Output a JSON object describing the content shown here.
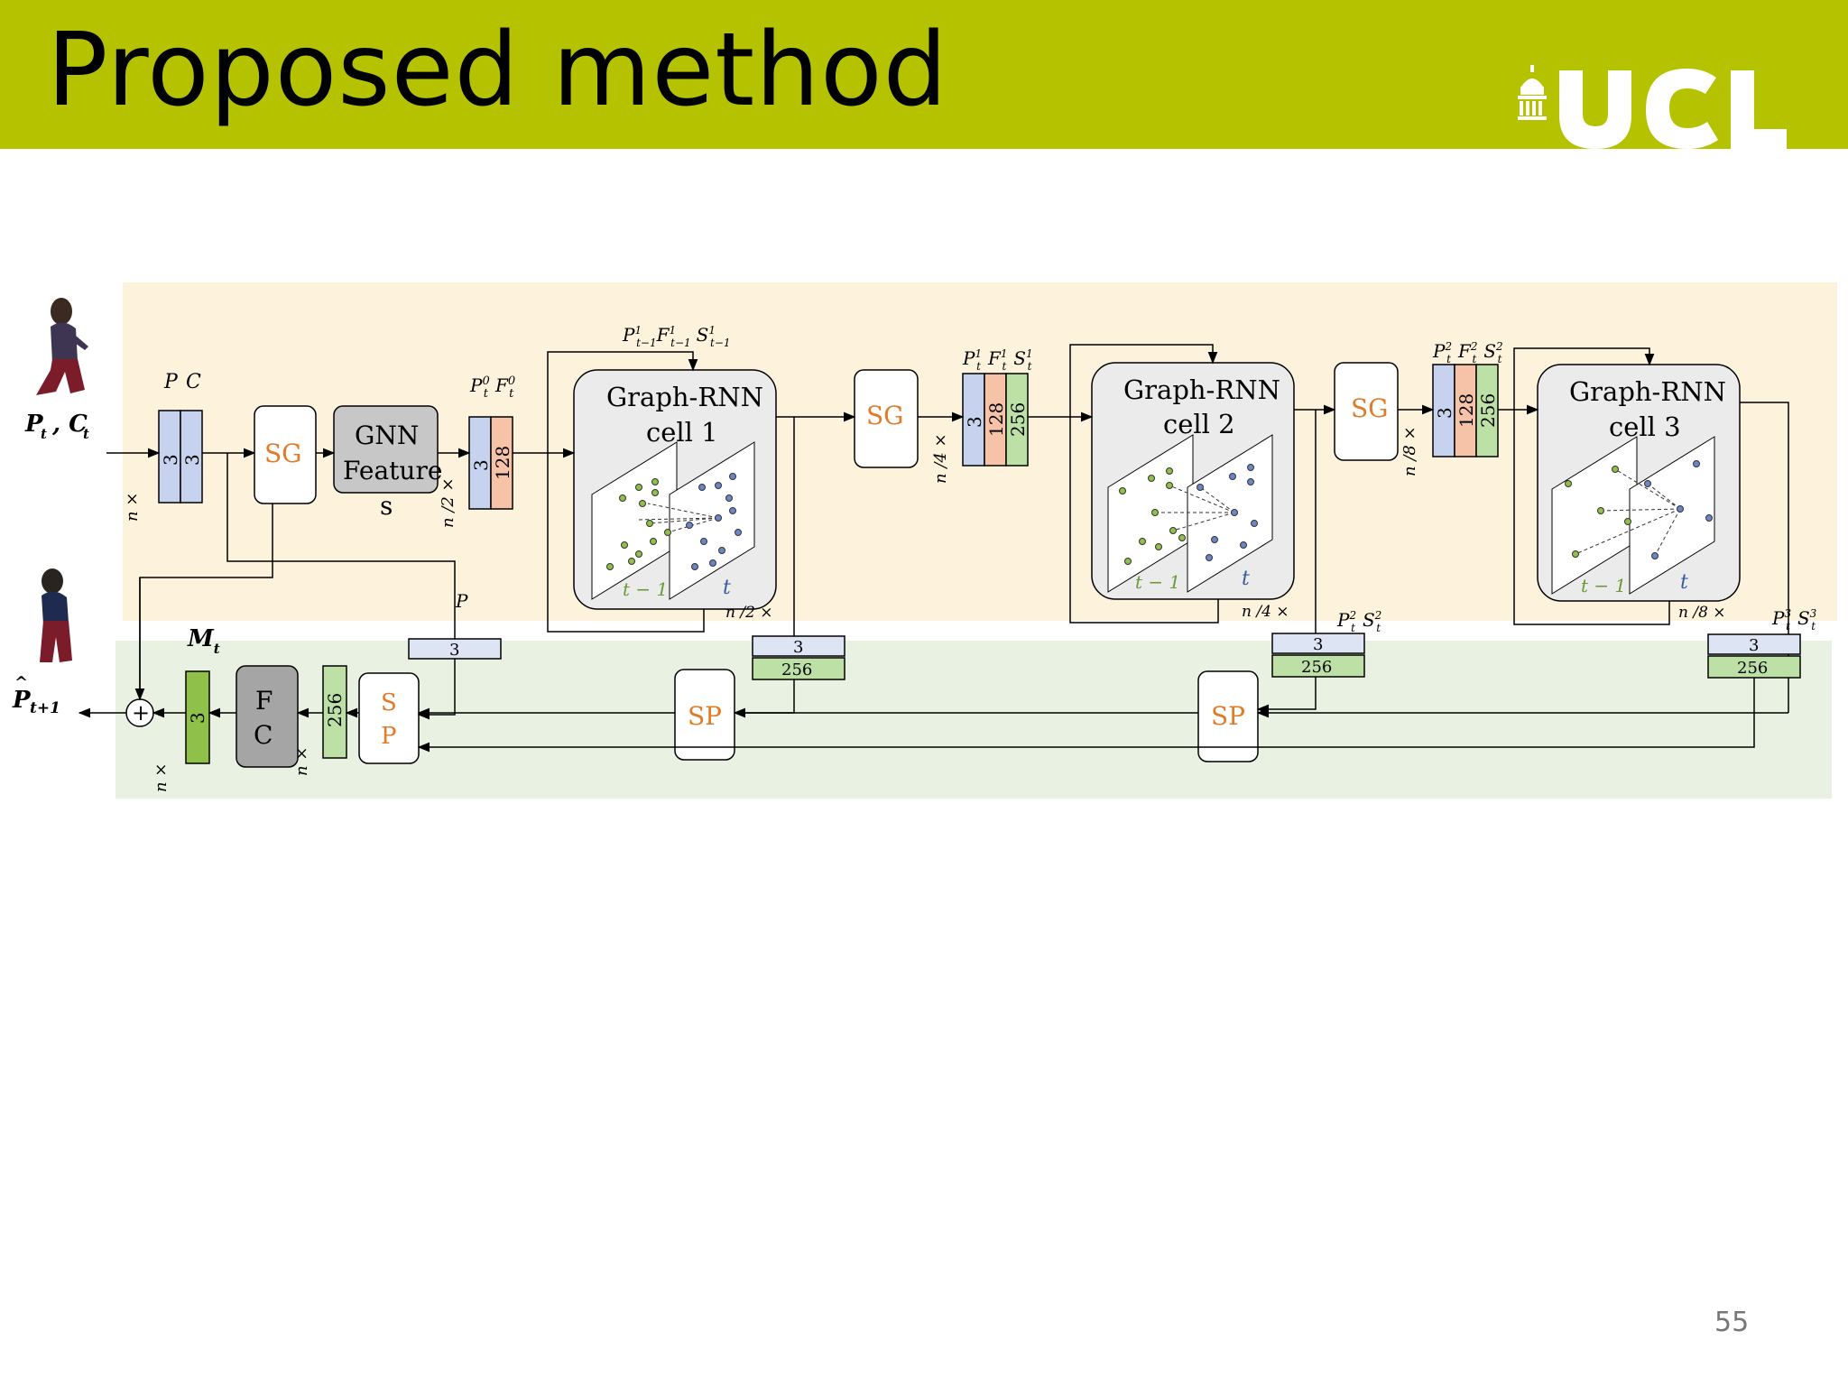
{
  "slide": {
    "title": "Proposed method",
    "page_number": "55",
    "logo_text": "UCL",
    "header_color": "#b5c200"
  },
  "diagram": {
    "colors": {
      "top_band": "#fdf3dc",
      "bottom_band": "#e9f1e3",
      "blue_block": "#c7d3ee",
      "orange_block": "#f7c3a8",
      "green_block": "#bde0a6",
      "orange_text": "#e07b28",
      "grey_box": "#c7c7c7",
      "dark_grey_box": "#a5a5a5",
      "cell_box": "#ebebeb"
    },
    "inputs": {
      "pt_ct": "P",
      "pt_ct_sub": "t",
      "pt_ct_c": ", C",
      "n_x": "n ×",
      "block_pc_label_p": "P",
      "block_pc_label_c": "C",
      "block_pc_val1": "3",
      "block_pc_val2": "3"
    },
    "sg_label": "SG",
    "sp_label": "SP",
    "gnn": {
      "line1": "GNN",
      "line2": "Feature",
      "line3": "s"
    },
    "block_p0f0": {
      "val1": "3",
      "val2": "128",
      "n_label": "n /2 ×"
    },
    "cells": [
      {
        "line1": "Graph-RNN",
        "line2": "cell 1",
        "tm1": "t − 1",
        "t": "t",
        "n_label": "n /2 ×"
      },
      {
        "line1": "Graph-RNN",
        "line2": "cell 2",
        "tm1": "t − 1",
        "t": "t",
        "n_label": "n /4 ×"
      },
      {
        "line1": "Graph-RNN",
        "line2": "cell 3",
        "tm1": "t − 1",
        "t": "t",
        "n_label": "n /8 ×"
      }
    ],
    "block_level1": {
      "val1": "3",
      "val2": "128",
      "val3": "256",
      "n_label": "n /4 ×"
    },
    "block_level2": {
      "val1": "3",
      "val2": "128",
      "val3": "256",
      "n_label": "n /8 ×"
    },
    "skip_blocks": [
      {
        "top": "3",
        "bottom": "256"
      },
      {
        "top": "3",
        "bottom": "256"
      },
      {
        "top": "3",
        "bottom": "256"
      }
    ],
    "pt_block": {
      "val": "3",
      "label": "P"
    },
    "mt_label": "M",
    "output_label": "P",
    "output_sub": "t+1",
    "fc": {
      "line1": "F",
      "line2": "C"
    },
    "fc_n_label": "n ×",
    "out_n_label": "n ×",
    "block_256": "256",
    "block_3_out": "3",
    "sp_vertical": {
      "line1": "S",
      "line2": "P"
    },
    "plus": "+"
  }
}
